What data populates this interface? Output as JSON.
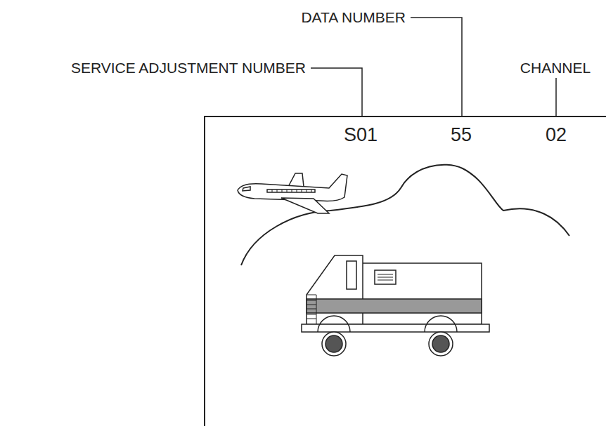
{
  "diagram": {
    "labels": [
      "SERVICE ADJUSTMENT NUMBER",
      "DATA NUMBER",
      "CHANNEL",
      "S01",
      "55",
      "02"
    ]
  }
}
